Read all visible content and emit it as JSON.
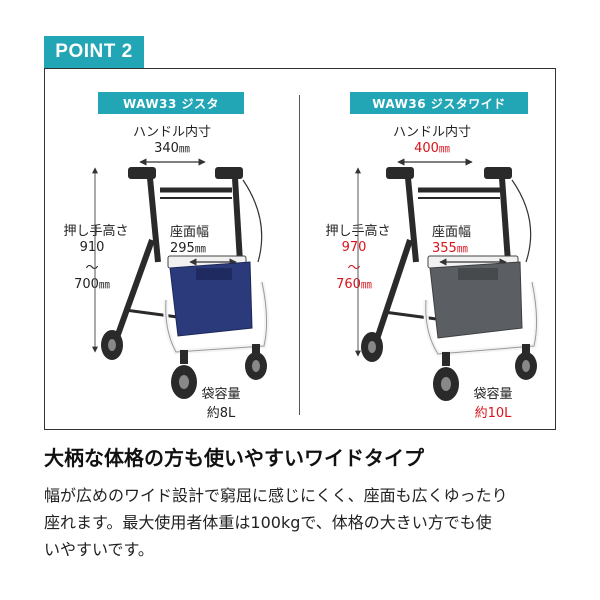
{
  "point_badge": "POINT 2",
  "left": {
    "model": "WAW33 ジスタ",
    "handle_label": "ハンドル内寸",
    "handle_value": "340",
    "seat_label": "座面幅",
    "seat_value": "295",
    "height_label": "押し手高さ",
    "height_max": "910",
    "height_tilde": "～",
    "height_min": "700",
    "bag_label": "袋容量",
    "bag_value": "約8L",
    "bag_color": "#2b3a7a"
  },
  "right": {
    "model": "WAW36 ジスタワイド",
    "handle_label": "ハンドル内寸",
    "handle_value": "400",
    "seat_label": "座面幅",
    "seat_value": "355",
    "height_label": "押し手高さ",
    "height_max": "970",
    "height_tilde": "～",
    "height_min": "760",
    "bag_label": "袋容量",
    "bag_value": "約10L",
    "bag_color": "#5b5f63"
  },
  "unit": "㎜",
  "colors": {
    "accent": "#22a5b5",
    "highlight": "#d9141c"
  },
  "headline": "大柄な体格の方も使いやすいワイドタイプ",
  "description_lines": [
    "幅が広めのワイド設計で窮屈に感じにくく、座面も広くゆったり",
    "座れます。最大使用者体重は100kgで、体格の大きい方でも使",
    "いやすいです。"
  ]
}
